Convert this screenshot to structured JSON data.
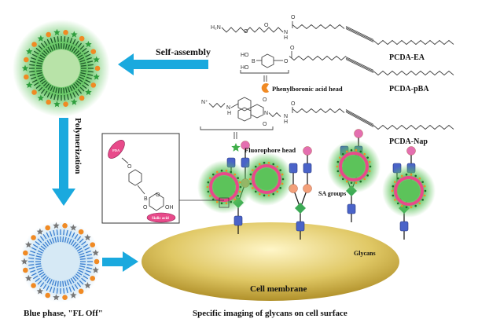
{
  "figure": {
    "self_assembly_label": "Self-assembly",
    "polymerization_label": "Polymerization",
    "blue_phase_label": "Blue phase, \"FL Off\"",
    "cell_membrane_label": "Cell membrane",
    "caption": "Specific imaging of glycans on cell surface",
    "sa_groups_label": "SA groups",
    "glycans_label": "Glycans"
  },
  "molecules": [
    {
      "name": "PCDA-EA"
    },
    {
      "name": "PCDA-pBA",
      "head_label": "Phenylboronic acid head"
    },
    {
      "name": "PCDA-Nap",
      "head_label": "Fluorophore head"
    }
  ],
  "atoms": {
    "h2n": "H₂N",
    "o": "O",
    "n": "N",
    "h": "H",
    "ho": "HO",
    "b": "B",
    "oh": "OH",
    "nplus": "N⁺"
  },
  "inset": {
    "pda_label": "PDA",
    "sialic_label": "Sialic acid"
  },
  "colors": {
    "arrow": "#1aa9de",
    "green": "#5cc35a",
    "pink": "#e84a8a",
    "orange": "#f08a24",
    "membrane": "#c9aa3a",
    "blue_square": "#4a63c8"
  }
}
